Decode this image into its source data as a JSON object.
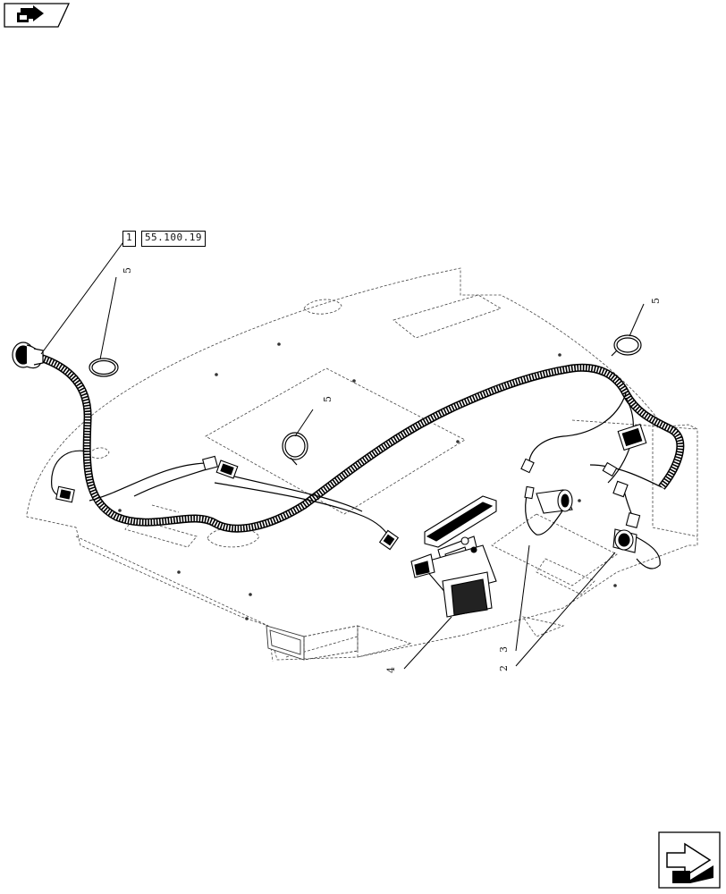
{
  "reference": {
    "item": "1",
    "group_code": "55.100.19"
  },
  "callouts": [
    {
      "id": "c5a",
      "label": "5"
    },
    {
      "id": "c5b",
      "label": "5"
    },
    {
      "id": "c5c",
      "label": "5"
    },
    {
      "id": "c4",
      "label": "4"
    },
    {
      "id": "c3",
      "label": "3"
    },
    {
      "id": "c2",
      "label": "2"
    }
  ],
  "icons": {
    "top_left": "parts-catalog-arrow-icon",
    "bottom_right": "next-page-arrow-icon"
  }
}
